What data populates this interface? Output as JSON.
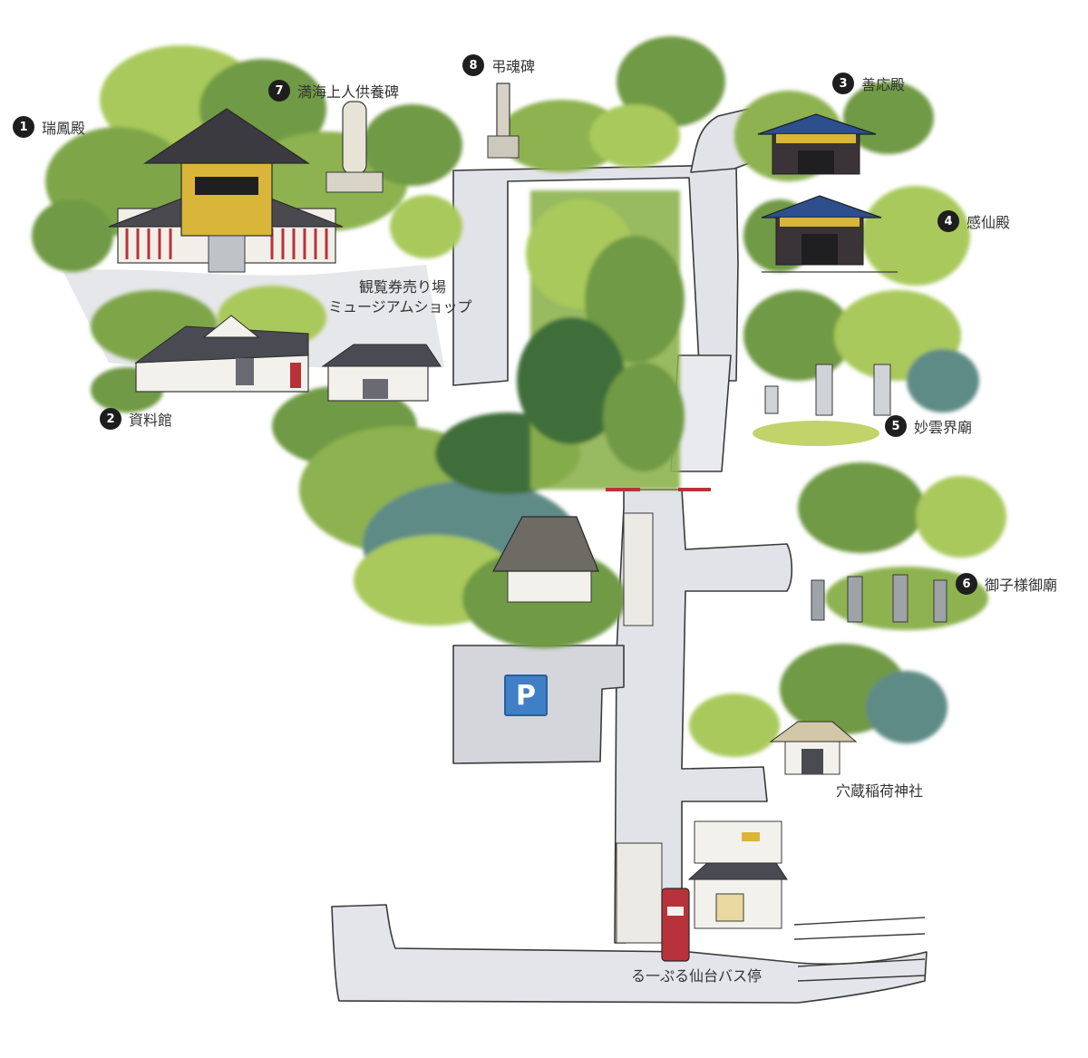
{
  "landmarks": [
    {
      "number": "1",
      "name": "瑞鳳殿"
    },
    {
      "number": "2",
      "name": "資料館"
    },
    {
      "number": "3",
      "name": "善応殿"
    },
    {
      "number": "4",
      "name": "感仙殿"
    },
    {
      "number": "5",
      "name": "妙雲界廟"
    },
    {
      "number": "6",
      "name": "御子様御廟"
    },
    {
      "number": "7",
      "name": "満海上人供養碑"
    },
    {
      "number": "8",
      "name": "弔魂碑"
    }
  ],
  "facilities": {
    "ticket_line1": "観覧券売り場",
    "ticket_line2": "ミュージアムショップ",
    "shrine": "穴蔵稲荷神社",
    "bus_stop": "る一ぷる仙台バス停",
    "parking": "P"
  },
  "colors": {
    "path": "#e4e5ea",
    "path_outline": "#3a3a3a",
    "tree_light": "#a9c95c",
    "tree_mid": "#6f9a45",
    "tree_dark": "#3f6e3a",
    "tree_blue": "#5f8b86",
    "roof": "#3b3a40",
    "gold": "#d9b63a",
    "red": "#b8323a",
    "parking_blue": "#3f7fc6",
    "label_circle": "#1e1e1e"
  }
}
